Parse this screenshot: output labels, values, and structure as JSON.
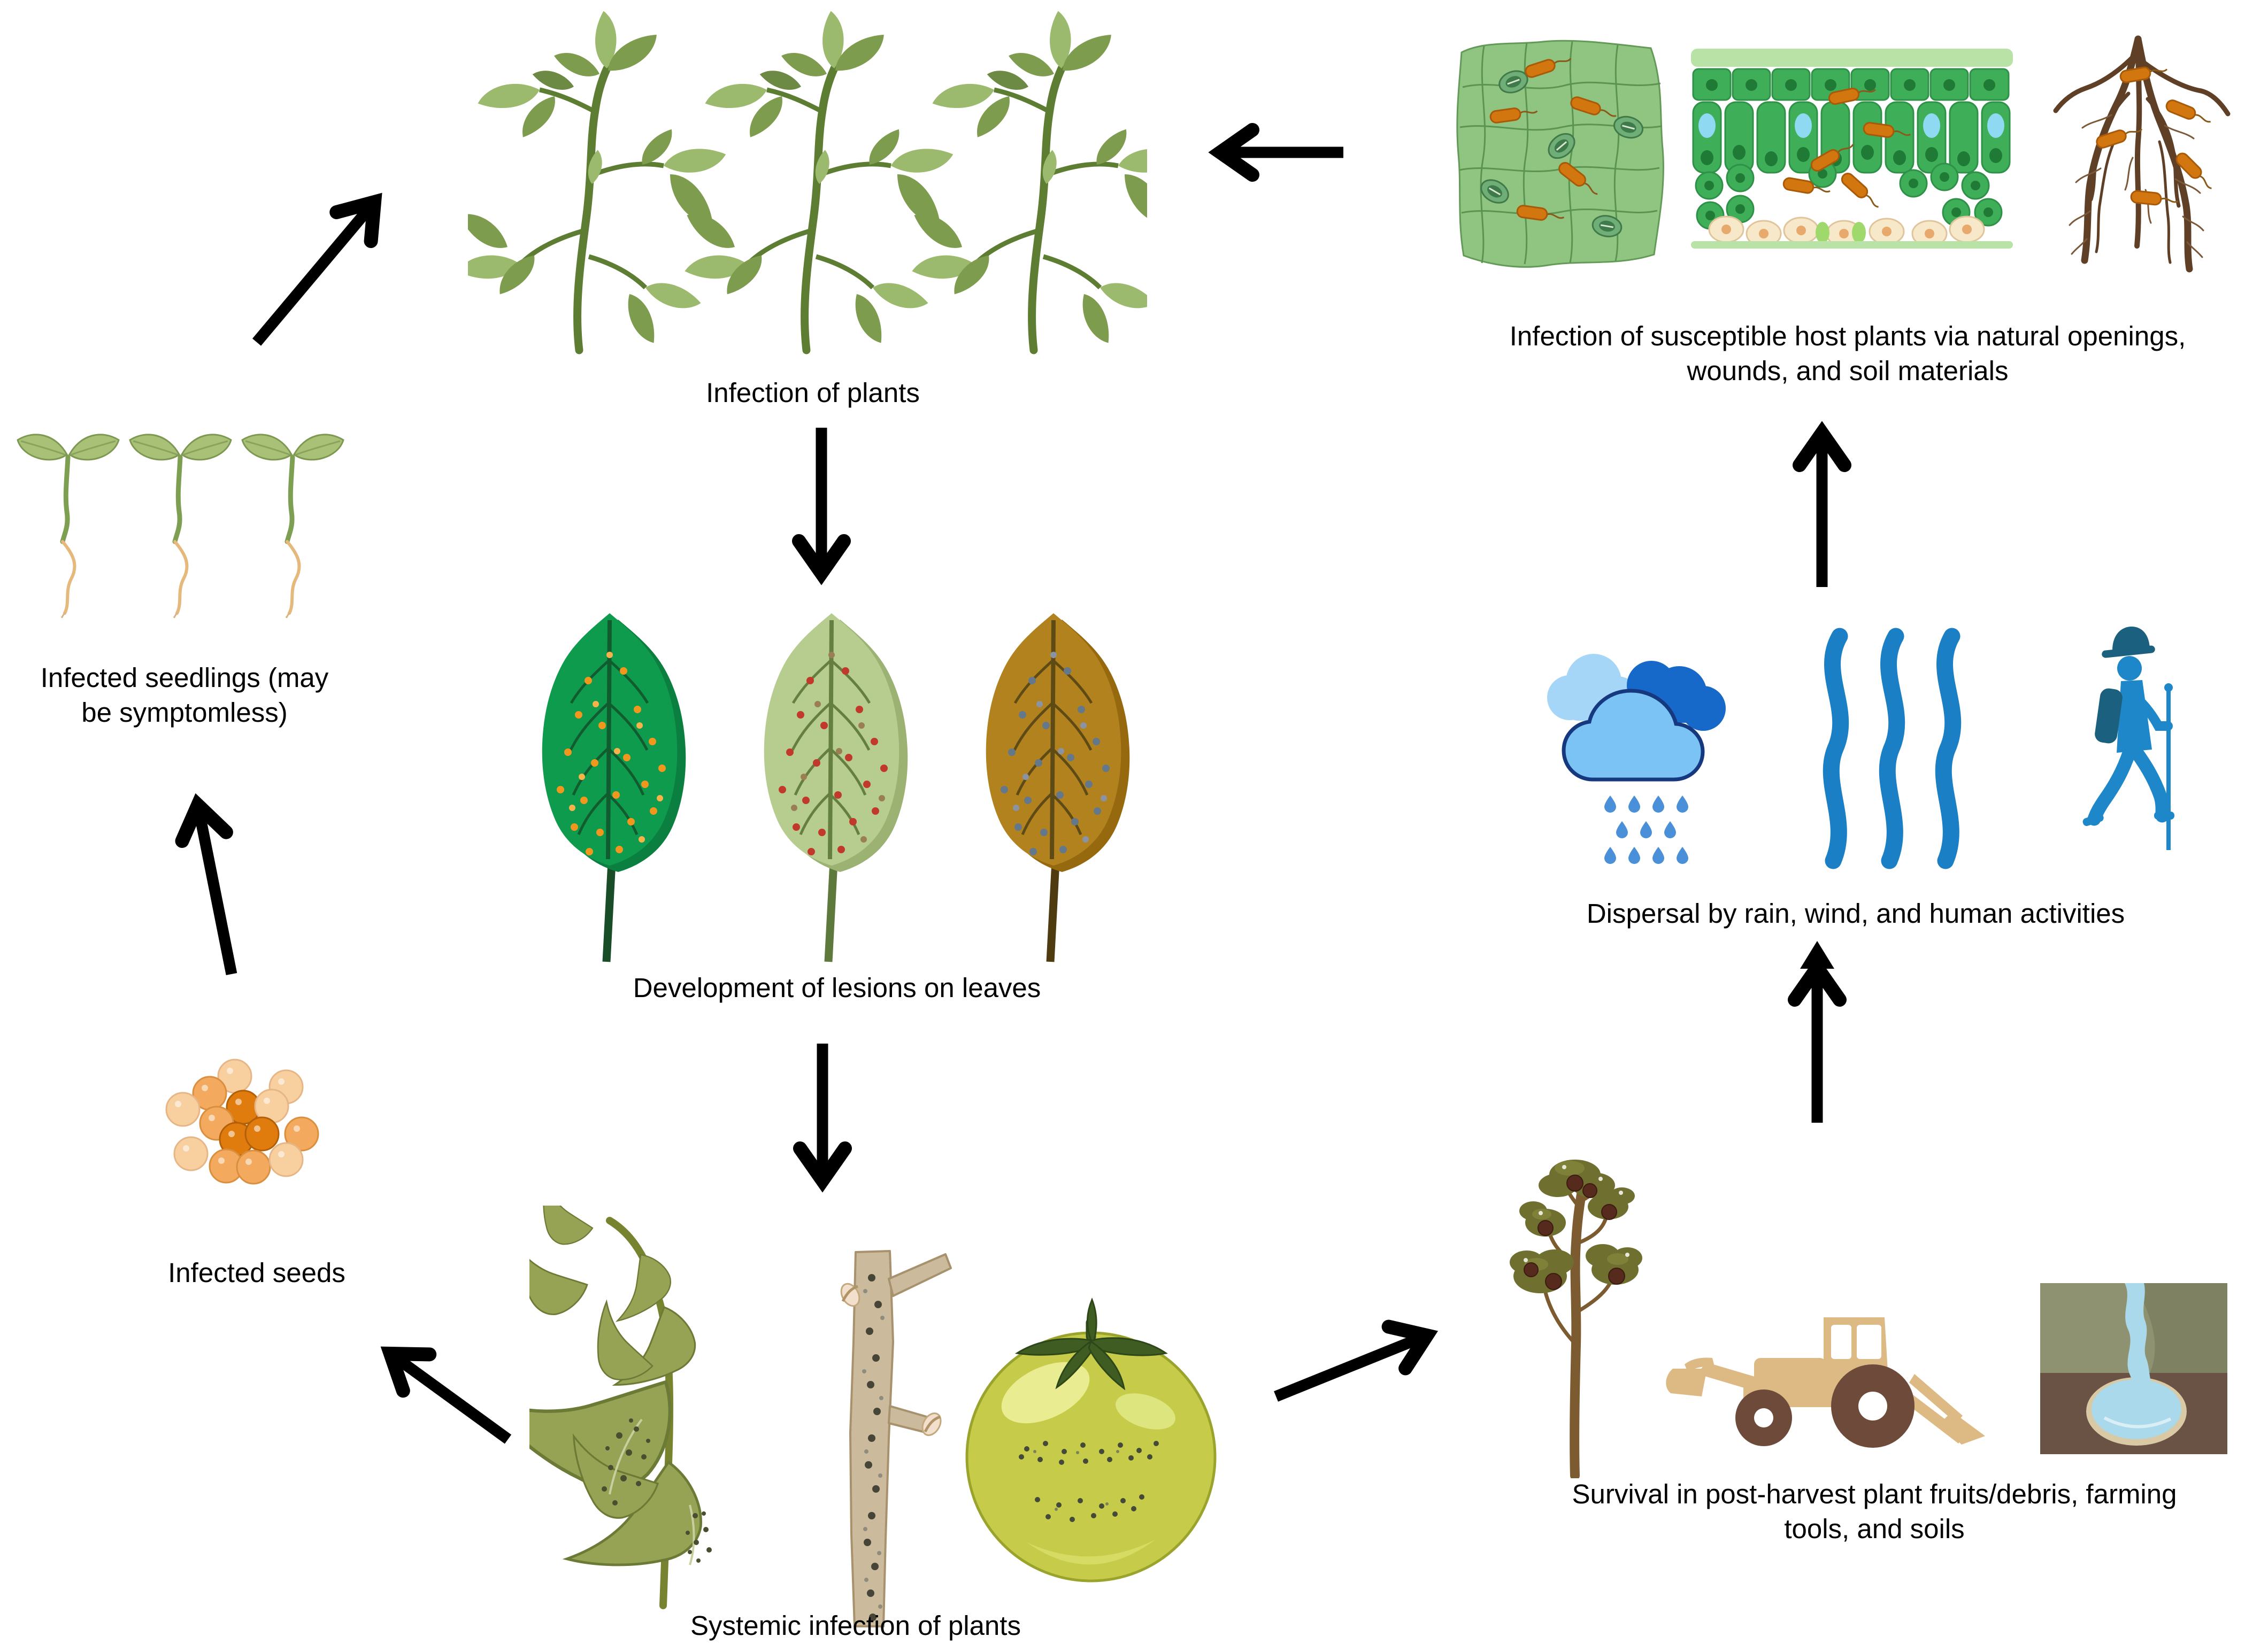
{
  "figure": {
    "type": "plant-bacterial-disease-cycle-diagram",
    "background": "#ffffff",
    "arrow_color": "#000000",
    "stages": {
      "infection_plants": {
        "label": "Infection of plants",
        "icons": [
          "tomato-plant-icon",
          "tomato-plant-icon",
          "tomato-plant-icon"
        ]
      },
      "host_infection": {
        "label": "Infection of susceptible host plants via natural openings, wounds, and soil materials",
        "icons": [
          "leaf-epidermis-bacteria-icon",
          "leaf-cross-section-bacteria-icon",
          "root-bacteria-icon"
        ]
      },
      "lesions": {
        "label": "Development of lesions on leaves",
        "icons": [
          "green-leaf-lesions-icon",
          "pale-leaf-lesions-icon",
          "brown-leaf-lesions-icon"
        ]
      },
      "dispersal": {
        "label": "Dispersal by rain, wind, and human activities",
        "icons": [
          "rain-cloud-icon",
          "wind-icon",
          "hiker-icon"
        ]
      },
      "seedlings": {
        "label": "Infected seedlings (may be symptomless)",
        "icons": [
          "seedling-icon",
          "seedling-icon",
          "seedling-icon"
        ]
      },
      "seeds": {
        "label": "Infected seeds",
        "icons": [
          "seed-cluster-icon"
        ],
        "seed_count": 14
      },
      "systemic": {
        "label": "Systemic infection of plants",
        "icons": [
          "wilted-plant-icon",
          "infected-stem-icon",
          "infected-tomato-fruit-icon"
        ]
      },
      "survival": {
        "label": "Survival in post-harvest plant fruits/debris, farming tools, and soils",
        "icons": [
          "fruit-tree-icon",
          "tractor-icon",
          "stream-soil-icon"
        ]
      }
    },
    "flow": [
      {
        "from": "seeds",
        "to": "seedlings"
      },
      {
        "from": "seedlings",
        "to": "infection_plants"
      },
      {
        "from": "infection_plants",
        "to": "lesions"
      },
      {
        "from": "lesions",
        "to": "systemic"
      },
      {
        "from": "systemic",
        "to": "seeds"
      },
      {
        "from": "systemic",
        "to": "survival"
      },
      {
        "from": "survival",
        "to": "dispersal"
      },
      {
        "from": "dispersal",
        "to": "lesions"
      },
      {
        "from": "dispersal",
        "to": "host_infection"
      },
      {
        "from": "host_infection",
        "to": "infection_plants"
      }
    ],
    "palette": {
      "plant_leaf_light": "#9cba6d",
      "plant_leaf_dark": "#7e9c4e",
      "stem_green": "#5d7d33",
      "lesion_leaf_green": "#0f9b4e",
      "lesion_leaf_pale": "#b7cd90",
      "lesion_leaf_brown": "#b2821e",
      "lesion_dot_orange": "#f2971d",
      "lesion_dot_red": "#c0392b",
      "lesion_dot_gray": "#64788c",
      "bacteria_orange": "#d2760f",
      "epidermis_green": "#8fc581",
      "cell_green": "#3fae58",
      "root_brown": "#5f4026",
      "cloud_light_blue": "#a5d6f7",
      "cloud_dark_blue": "#1668c9",
      "cloud_front_blue": "#7cc3f5",
      "rain_drop_blue": "#4a90d9",
      "wind_blue": "#1a7fc4",
      "hiker_blue": "#1d87c9",
      "hiker_dark_blue": "#1b607e",
      "seed_light": "#f8cf9f",
      "seed_medium": "#f3a95e",
      "seed_dark": "#e07c0e",
      "wilt_olive": "#96a254",
      "stalk_tan": "#cbbb9c",
      "tomato_yellow_green": "#c6cc49",
      "tree_olive": "#6f7030",
      "tractor_tan": "#ddb983",
      "wheel_brown": "#6d4a3a",
      "soil_brown": "#6a5244",
      "hill_olive": "#8f9271",
      "stream_blue": "#a9d9ea"
    }
  }
}
